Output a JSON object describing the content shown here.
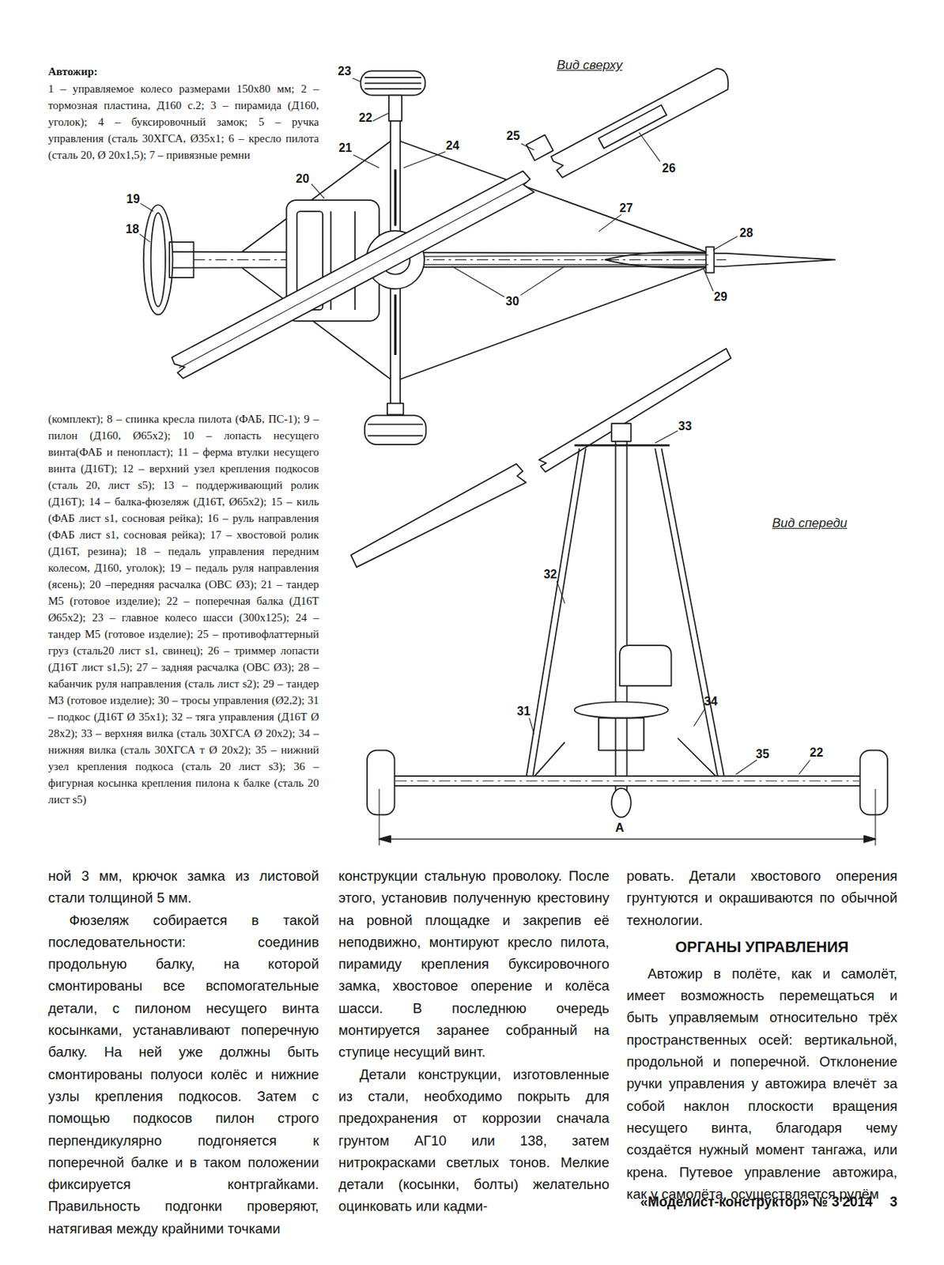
{
  "diagram": {
    "labels": [
      "Автожир:",
      "1 – управляемое колесо размерами 150х80 мм; 2 – тормозная пластина, Д160 с.2; 3 – пирамида (Д160, уголок); 4 – буксировочный замок; 5 – ручка управления (сталь 30ХГСА, Ø35х1; 6 – кресло пилота (сталь 20, Ø 20х1,5); 7 – привязные ремни",
      "(комплект); 8 – спинка кресла пилота (ФАБ, ПС-1); 9 – пилон (Д160, Ø65х2); 10 – лопасть несущего винта(ФАБ и пенопласт); 11 – ферма втулки несущего винта (Д16Т); 12 – верхний узел крепления подкосов (сталь 20, лист s5); 13 – поддерживающий ролик (Д16Т); 14 – балка-фюзеляж (Д16Т, Ø65х2); 15 – киль (ФАБ лист s1, сосновая рейка); 16 – руль направления (ФАБ лист s1, сосновая рейка); 17 – хвостовой ролик (Д16Т, резина); 18 – педаль управления передним колесом, Д160, уголок); 19 – педаль руля направления (ясень); 20 –передняя расчалка (ОВС Ø3); 21 – тандер М5 (готовое изделие); 22 – поперечная балка (Д16Т Ø65х2); 23 – главное колесо шасси (300х125); 24 – тандер М5 (готовое изделие); 25 – противофлаттерный груз (сталь20 лист s1, свинец); 26 – триммер лопасти (Д16Т лист s1,5); 27 – задняя расчалка (ОВС Ø3); 28 – кабанчик руля направления (сталь лист s2); 29 – тандер М3 (готовое изделие); 30 – тросы управления (Ø2,2); 31 – подкос (Д16Т Ø 35х1); 32 – тяга управления (Д16Т Ø 28х2); 33 – верхняя вилка (сталь 30ХГСА Ø 20х2); 34 – нижняя вилка (сталь 30ХГСА т Ø 20х2); 35 – нижний узел крепления подкоса (сталь 20 лист s3); 36 – фигурная косынка крепления пилона к балке (сталь 20 лист s5)",
      "Вид сверху",
      "23",
      "22",
      "21",
      "24",
      "25",
      "26",
      "20",
      "19",
      "18",
      "27",
      "28",
      "29",
      "30",
      "Вид спереди",
      "33",
      "32",
      "31",
      "34",
      "35",
      "22",
      "А",
      "ной 3 мм, крючок замка из листовой стали толщиной 5 мм.",
      "Фюзеляж собирается в такой последовательности: соединив продольную балку, на которой смонтированы все вспомогательные детали, с пилоном несущего винта косынками, устанавливают поперечную балку. На ней уже должны быть смонтированы полуоси колёс и нижние узлы крепления подкосов. Затем с помощью подкосов пилон строго перпендикулярно подгоняется к поперечной балке и в таком положении фиксируется контргайками. Правильность подгонки проверяют, натягивая между крайними точками",
      "конструкции стальную проволоку. После этого, установив полученную крестовину на ровной площадке и закрепив её неподвижно, монтируют кресло пилота, пирамиду крепления буксировочного замка, хвостовое оперение и колёса шасси. В последнюю очередь монтируется заранее собранный на ступице несущий винт.",
      "Детали конструкции, изготовленные из стали, необходимо покрыть для предохранения от коррозии сначала грунтом АГ10 или 138, затем нитрокрасками светлых тонов. Мелкие детали (косынки, болты) желательно оцинковать или кадми-",
      "ровать. Детали хвостового оперения грунтуются и окрашиваются по обычной технологии.",
      "ОРГАНЫ УПРАВЛЕНИЯ",
      "Автожир в полёте, как и самолёт, имеет возможность перемещаться и быть управляемым относительно трёх пространственных осей: вертикальной, продольной и поперечной. Отклонение ручки управления у автожира влечёт за собой наклон плоскости вращения несущего винта, благодаря чему создаётся нужный момент тангажа, или крена. Путевое управление автожира, как у самолёта, осуществляется рулём",
      "«Моделист-конструктор» № 3'2014",
      "3"
    ]
  }
}
